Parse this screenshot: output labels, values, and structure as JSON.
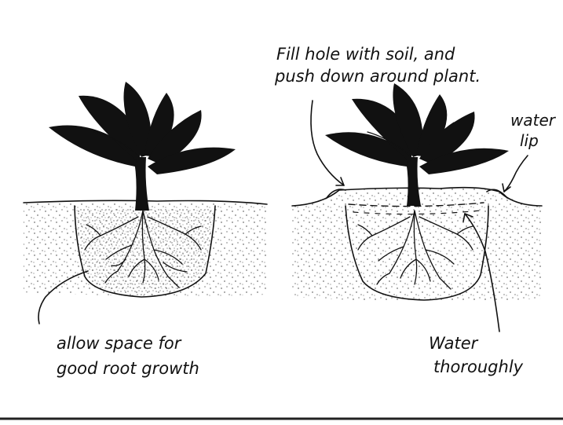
{
  "labels": {
    "fill_line1": "Fill hole with soil, and",
    "fill_line2": "push down around plant.",
    "water_lip_line1": "water",
    "water_lip_line2": "lip",
    "allow_line1": "allow space for",
    "allow_line2": "good root growth",
    "water_thoroughly_line1": "Water",
    "water_thoroughly_line2": "thoroughly"
  }
}
